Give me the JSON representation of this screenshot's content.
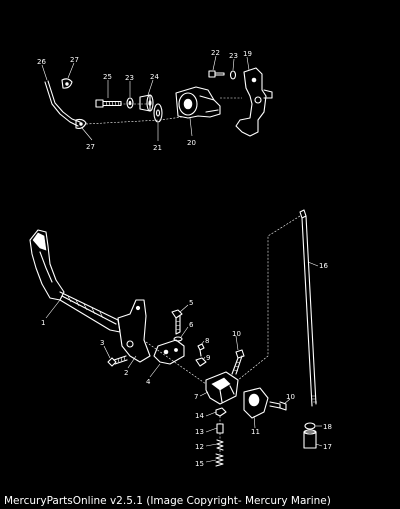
{
  "footer": {
    "caption": "MercuryPartsOnline v2.5.1 (Image Copyright- Mercury Marine)"
  },
  "callouts": {
    "c1": "1",
    "c2": "2",
    "c3": "3",
    "c4": "4",
    "c5": "5",
    "c6": "6",
    "c7": "7",
    "c8": "8",
    "c9": "9",
    "c10a": "10",
    "c10b": "10",
    "c11": "11",
    "c12": "12",
    "c13": "13",
    "c14": "14",
    "c15": "15",
    "c16": "16",
    "c17": "17",
    "c18": "18",
    "c19": "19",
    "c20": "20",
    "c21": "21",
    "c22": "22",
    "c23a": "23",
    "c23b": "23",
    "c24": "24",
    "c25": "25",
    "c26": "26",
    "c27a": "27",
    "c27b": "27"
  }
}
